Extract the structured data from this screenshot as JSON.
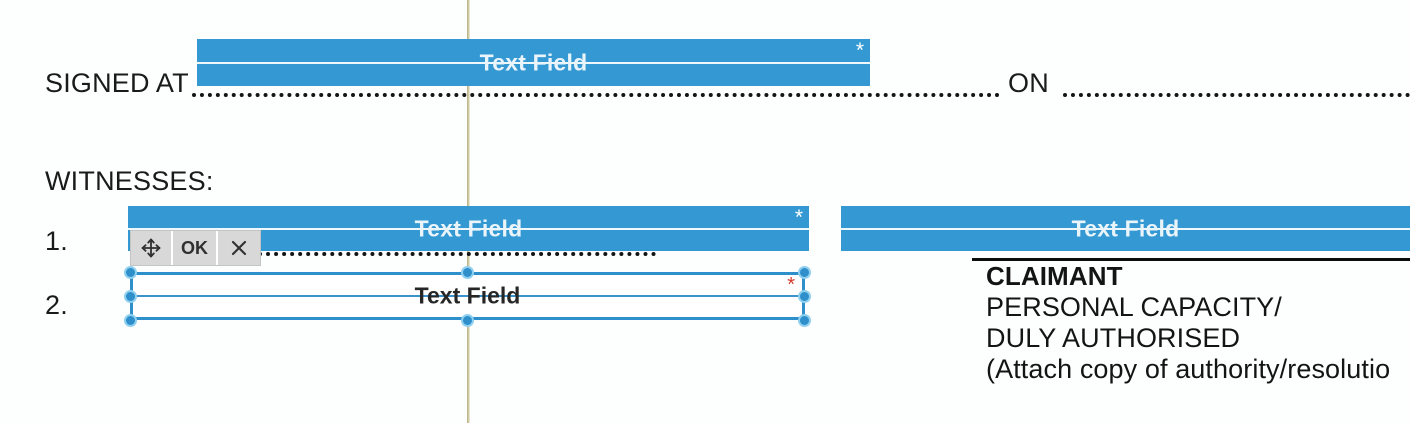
{
  "document": {
    "labels": {
      "signed_at": "SIGNED AT",
      "on": "ON",
      "witnesses": "WITNESSES:",
      "witness_1_number": "1.",
      "witness_2_number": "2."
    },
    "claimant_block": {
      "lines": [
        "CLAIMANT",
        "PERSONAL CAPACITY/",
        "DULY AUTHORISED",
        "(Attach copy of authority/resolutio"
      ]
    }
  },
  "form_fields": {
    "signed_at_place": {
      "label": "Text Field",
      "required_marker": "*",
      "state": "placeholder"
    },
    "witness_1": {
      "label": "Text Field",
      "required_marker": "*",
      "state": "placeholder"
    },
    "claimant_signature": {
      "label": "Text Field",
      "required_marker": "",
      "state": "placeholder"
    },
    "witness_2_selected": {
      "label": "Text Field",
      "required_marker": "*",
      "state": "selected"
    }
  },
  "edit_toolbar": {
    "move_label": "",
    "ok_label": "OK",
    "close_label": "✕"
  },
  "colors": {
    "field_blue": "#3498d2",
    "field_label_text": "#e9f4fb",
    "selection_border": "#2f8fcb",
    "handle_fill": "#2f8fcb",
    "handle_ring": "#8fd0f0",
    "required_red": "#d43b2f",
    "guide_line": "#cfc9a4",
    "document_text": "#1a1a1a",
    "page_background": "#fdfffe"
  }
}
